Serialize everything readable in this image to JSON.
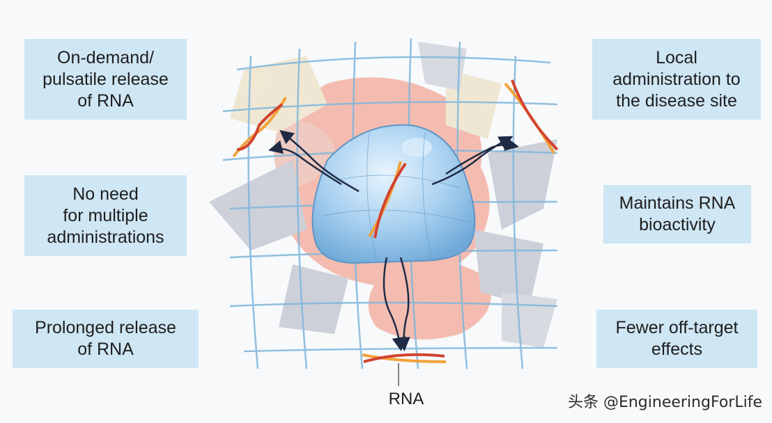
{
  "boxes": {
    "top_left": "On-demand/\npulsatile release\nof RNA",
    "mid_left": "No need\nfor multiple\nadministrations",
    "bottom_left": "Prolonged release\nof RNA",
    "top_right": "Local\nadministration to\nthe disease site",
    "mid_right": "Maintains RNA\nbioactivity",
    "bottom_right": "Fewer off-target\neffects"
  },
  "rna_label": "RNA",
  "watermark": "头条 @EngineeringForLife",
  "colors": {
    "box_fill": "#cfe6f4",
    "mesh": "#7fb6dc",
    "hydrogel": "#a9d1f0",
    "rna_orange": "#f2a23a",
    "rna_red": "#d2432f",
    "arrow": "#1f2a44"
  },
  "icons": [
    "hydrogel-blob",
    "rna-helix",
    "release-arrow",
    "cell",
    "polymer-mesh"
  ]
}
